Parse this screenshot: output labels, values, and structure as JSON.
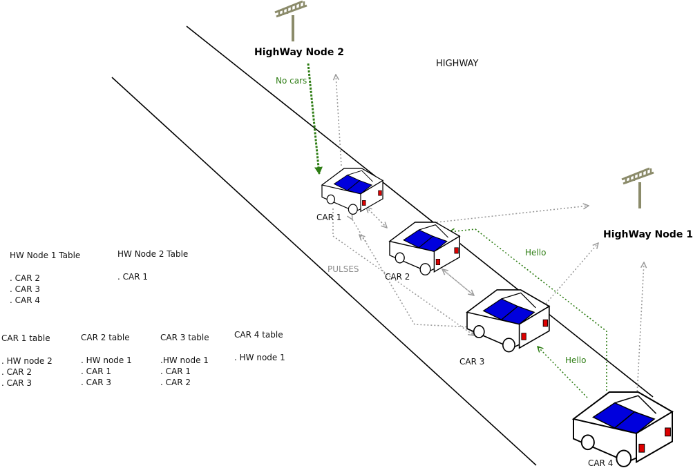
{
  "diagram": {
    "highway_label": "HIGHWAY",
    "nodes": {
      "node2": {
        "label": "HighWay Node 2"
      },
      "node1": {
        "label": "HighWay Node 1"
      }
    },
    "cars": [
      {
        "label": "CAR 1"
      },
      {
        "label": "CAR 2"
      },
      {
        "label": "CAR 3"
      },
      {
        "label": "CAR 4"
      }
    ],
    "messages": {
      "no_cars": "No cars",
      "hello_node1": "Hello",
      "hello_car3": "Hello",
      "pulses": "PULSES"
    },
    "colors": {
      "car_body": "#ffffff",
      "car_roof": "#0000dd",
      "tail_light": "#dd0000",
      "antenna": "#8b8b6a",
      "pulse_arrow": "#999999",
      "message_arrow": "#2e7d14"
    }
  },
  "tables": {
    "hw_node1": {
      "title": "HW Node 1 Table",
      "rows": [
        ". CAR 2",
        ". CAR 3",
        ". CAR 4"
      ]
    },
    "hw_node2": {
      "title": "HW Node 2 Table",
      "rows": [
        ". CAR 1"
      ]
    },
    "car1": {
      "title": "CAR 1 table",
      "rows": [
        ". HW node 2",
        ". CAR 2",
        ". CAR 3"
      ]
    },
    "car2": {
      "title": "CAR 2 table",
      "rows": [
        ". HW node 1",
        ". CAR 1",
        ". CAR 3"
      ]
    },
    "car3": {
      "title": "CAR 3 table",
      "rows": [
        ".HW node 1",
        ". CAR 1",
        ". CAR 2"
      ]
    },
    "car4": {
      "title": "CAR 4 table",
      "rows": [
        ". HW node 1"
      ]
    }
  }
}
